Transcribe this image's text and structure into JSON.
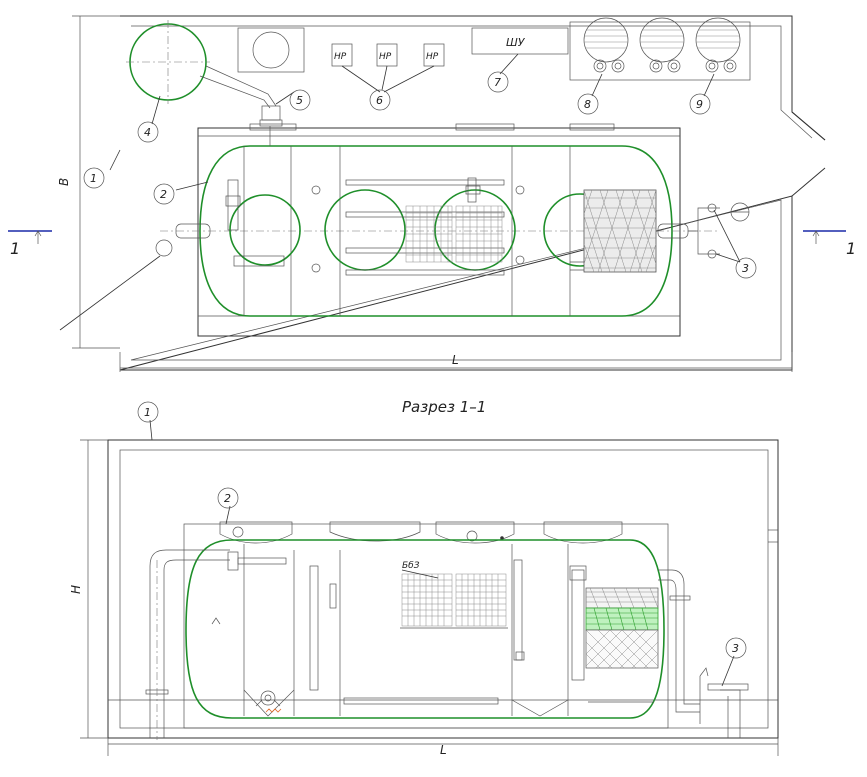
{
  "plan": {
    "callouts": [
      "1",
      "2",
      "3",
      "4",
      "5",
      "6",
      "7",
      "8",
      "9"
    ],
    "dim_width": "B",
    "dim_length": "L",
    "section_marks": [
      "1",
      "1"
    ],
    "pump_labels": [
      "НР",
      "НР",
      "НР"
    ],
    "cabinet_label": "ШУ"
  },
  "section": {
    "title": "Разрез 1–1",
    "callouts": [
      "1",
      "2",
      "3"
    ],
    "dim_height": "H",
    "dim_length": "L",
    "module_label": "БбЗ"
  },
  "colors": {
    "tank": "#1f8f2a",
    "section_line": "#1a2aa8",
    "media": "#5fd35f"
  }
}
